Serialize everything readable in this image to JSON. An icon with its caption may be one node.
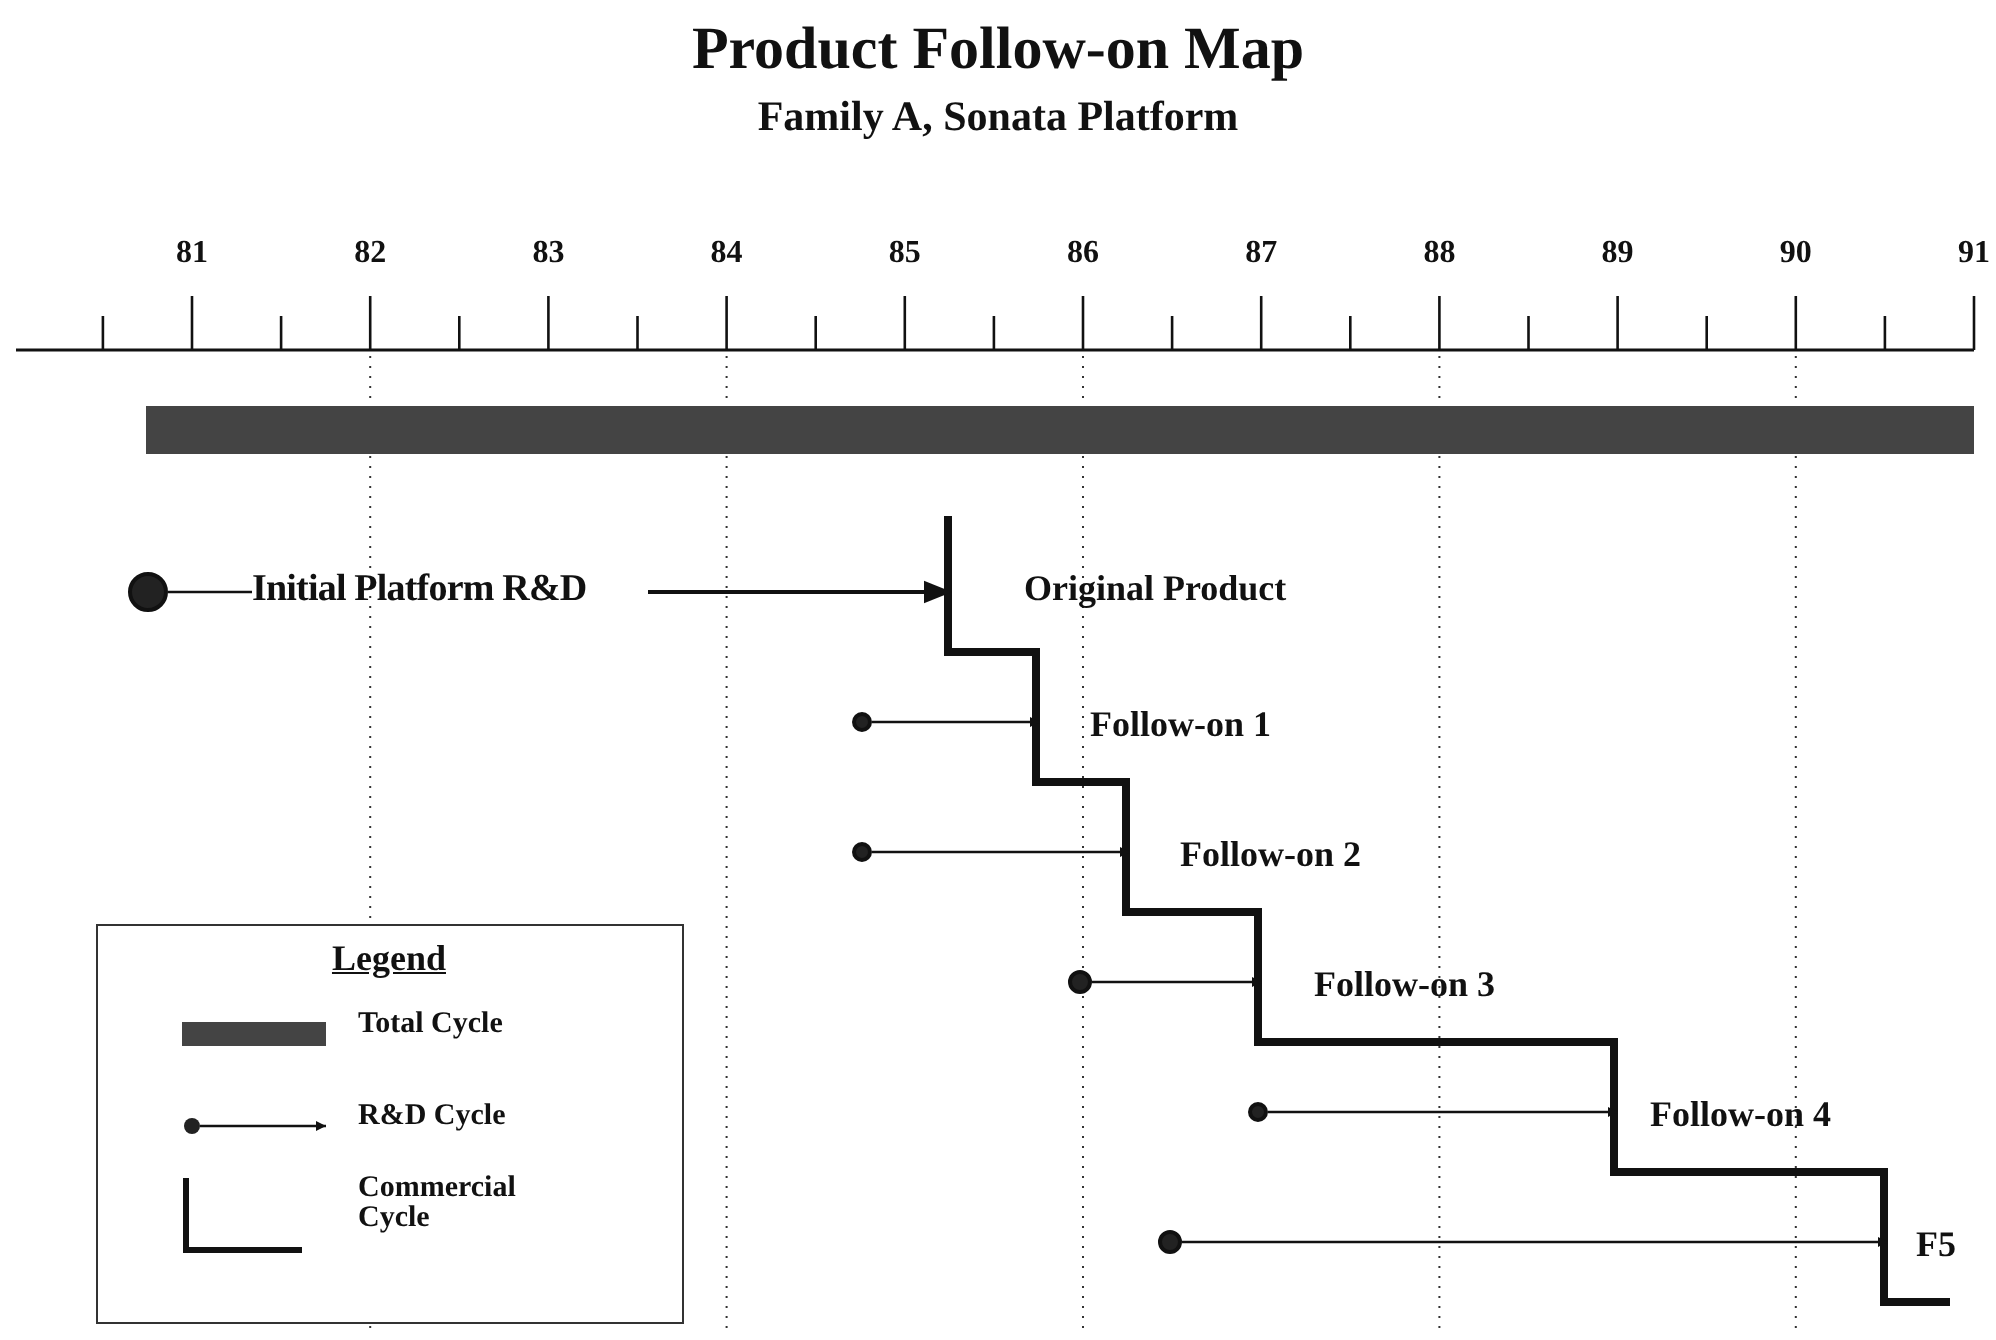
{
  "diagram": {
    "title": "Product Follow-on Map",
    "nodes": [
      {
        "text": [],
        "shape": "circle"
      },
      {
        "text": [
          "Initial Platform R&D"
        ]
      },
      {
        "text": [
          "Original Product"
        ]
      },
      {
        "text": [],
        "shape": "circle"
      },
      {
        "text": [
          "Follow-on 1"
        ]
      },
      {
        "text": [],
        "shape": "circle"
      },
      {
        "text": [
          "Follow-on 2"
        ]
      },
      {
        "text": [],
        "shape": "circle"
      },
      {
        "text": [
          "Follow-on 3"
        ]
      },
      {
        "text": [],
        "shape": "circle"
      },
      {
        "text": [
          "Follow-on 4"
        ]
      },
      {
        "text": [],
        "shape": "circle"
      },
      {
        "text": [
          "F5"
        ]
      },
      {
        "text": [],
        "shape": "bar"
      }
    ],
    "edges": [
      {
        "from": 0,
        "to": 1,
        "arrow": "none"
      },
      {
        "from": 1,
        "to": 2,
        "arrow": "to"
      },
      {
        "from": 3,
        "to": 4,
        "arrow": "to"
      },
      {
        "from": 5,
        "to": 6,
        "arrow": "to"
      },
      {
        "from": 7,
        "to": 8,
        "arrow": "to"
      },
      {
        "from": 9,
        "to": 10,
        "arrow": "to"
      },
      {
        "from": 11,
        "to": 12,
        "arrow": "to"
      }
    ],
    "labels": [
      "Family A, Sonata Platform",
      "81",
      "82",
      "83",
      "84",
      "85",
      "86",
      "87",
      "88",
      "89",
      "90",
      "91",
      "Legend"
    ],
    "legend": [
      {
        "text": "Total Cycle",
        "color": "#444444"
      },
      {
        "text": "R&D Cycle"
      },
      {
        "text": "Commercial Cycle"
      }
    ]
  }
}
